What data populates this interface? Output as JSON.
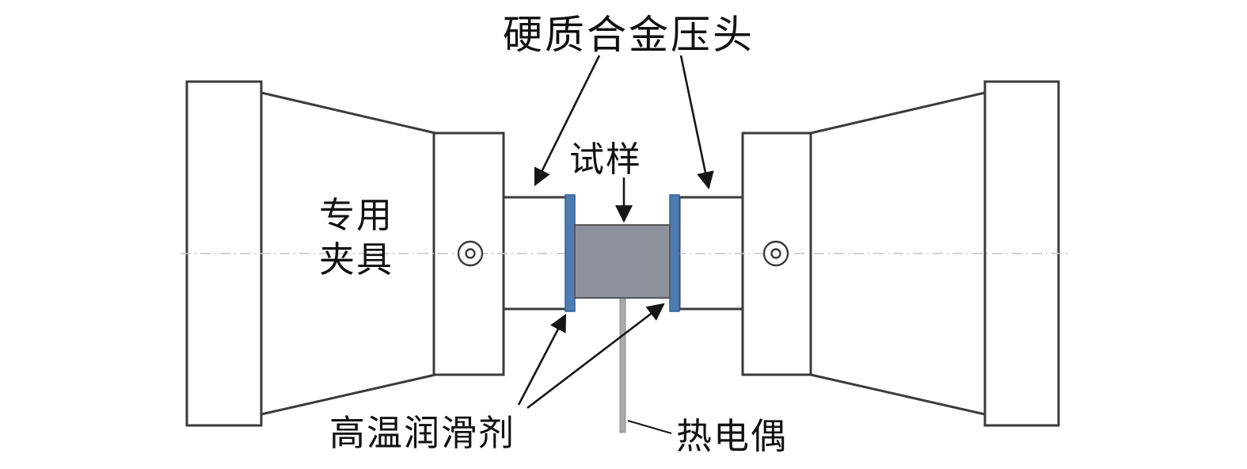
{
  "figure": {
    "labels": {
      "indenter": "硬质合金压头",
      "specimen": "试样",
      "fixture_line1": "专用",
      "fixture_line2": "夹具",
      "lubricant": "高温润滑剂",
      "thermocouple": "热电偶"
    },
    "colors": {
      "line": "#3b3b3b",
      "specimen_fill": "#8c919b",
      "lubricant_fill": "#4d7cb3",
      "thermocouple_fill": "#a9a9a9",
      "centerline": "#c3c3c3",
      "background": "#ffffff"
    }
  }
}
